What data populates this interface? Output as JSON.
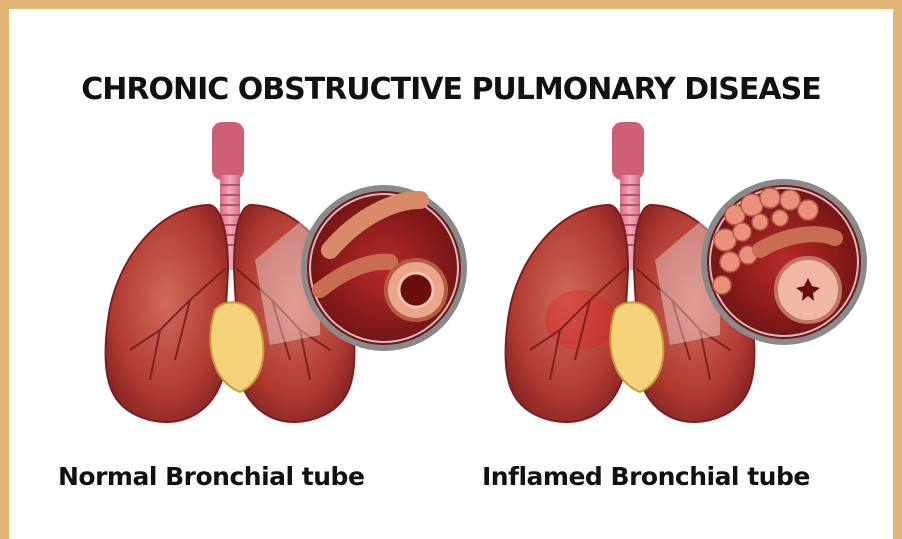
{
  "title": "CHRONIC OBSTRUCTIVE PULMONARY DISEASE",
  "panels": [
    {
      "caption": "Normal Bronchial tube"
    },
    {
      "caption": "Inflamed Bronchial tube"
    }
  ],
  "colors": {
    "frame": "#e2b574",
    "lung": "#b8433a",
    "lung_dark": "#7a1f1f",
    "trachea": "#e48aa0",
    "heart": "#f4d27a",
    "magnifier_bg": "#7a1515"
  }
}
